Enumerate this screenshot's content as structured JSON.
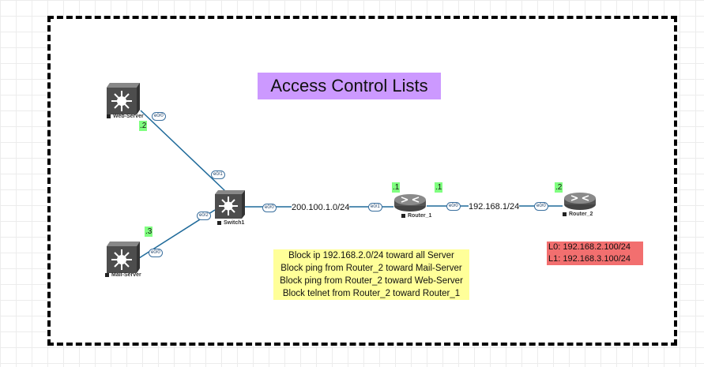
{
  "title": "Access Control Lists",
  "nodes": {
    "web_server": {
      "label": "Web-Server",
      "ip": ".2",
      "iface": "e0/0"
    },
    "mail_server": {
      "label": "Mail-Server",
      "ip": ".3",
      "iface": "e0/0"
    },
    "switch1": {
      "label": "Switch1",
      "iface_web": "e0/1",
      "iface_mail": "e0/2",
      "iface_router": "e0/0"
    },
    "router_1": {
      "label": "Router_1",
      "ip_left": ".1",
      "ip_right": ".1",
      "iface_left": "e0/1",
      "iface_right": "e0/0"
    },
    "router_2": {
      "label": "Router_2",
      "ip": ".2",
      "iface": "e0/0"
    }
  },
  "networks": {
    "lan": "200.100.1.0/24",
    "wan": "192.168.1/24"
  },
  "acl_rules": [
    "Block ip 192.168.2.0/24 toward all Server",
    "Block ping from Router_2 toward Mail-Server",
    "Block ping from Router_2 toward Web-Server",
    "Block telnet from Router_2 toward Router_1"
  ],
  "loopbacks": [
    "L0: 192.168.2.100/24",
    "L1: 192.168.3.100/24"
  ],
  "colors": {
    "title_bg": "#cc99ff",
    "ip_badge": "#80ff80",
    "acl_bg": "#ffff99",
    "loopback_bg": "#f26f6f",
    "link": "#1f6a9a"
  }
}
